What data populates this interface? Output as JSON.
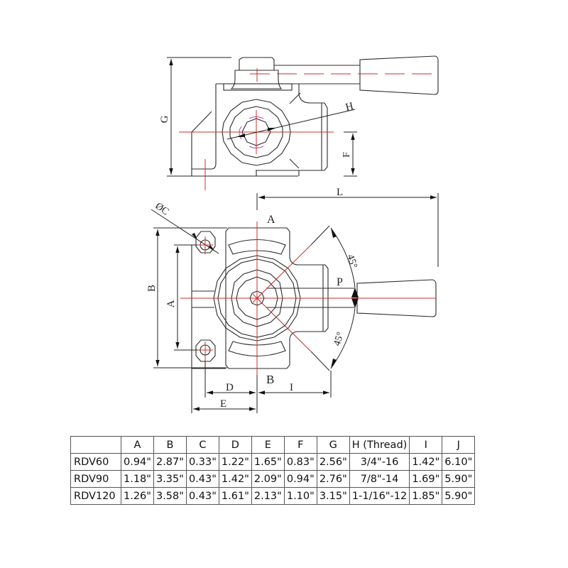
{
  "drawing": {
    "top_view": {
      "labels": {
        "G": "G",
        "H": "H",
        "F": "F",
        "L": "L"
      }
    },
    "front_view": {
      "labels": {
        "C": "ØC",
        "A_top": "A",
        "B_bottom": "B",
        "B_side": "B",
        "A_side": "A",
        "D": "D",
        "E": "E",
        "I": "I",
        "P": "P",
        "angle_upper": "45°",
        "angle_lower": "45°"
      }
    },
    "colors": {
      "line": "#2b2b2b",
      "centerline": "#c8302c",
      "thread_marker": "#c040c0"
    }
  },
  "table": {
    "headers": [
      "",
      "A",
      "B",
      "C",
      "D",
      "E",
      "F",
      "G",
      "H (Thread)",
      "I",
      "J"
    ],
    "rows": [
      [
        "RDV60",
        "0.94\"",
        "2.87\"",
        "0.33\"",
        "1.22\"",
        "1.65\"",
        "0.83\"",
        "2.56\"",
        "3/4\"-16",
        "1.42\"",
        "6.10\""
      ],
      [
        "RDV90",
        "1.18\"",
        "3.35\"",
        "0.43\"",
        "1.42\"",
        "2.09\"",
        "0.94\"",
        "2.76\"",
        "7/8\"-14",
        "1.69\"",
        "5.90\""
      ],
      [
        "RDV120",
        "1.26\"",
        "3.58\"",
        "0.43\"",
        "1.61\"",
        "2.13\"",
        "1.10\"",
        "3.15\"",
        "1-1/16\"-12",
        "1.85\"",
        "5.90\""
      ]
    ]
  }
}
